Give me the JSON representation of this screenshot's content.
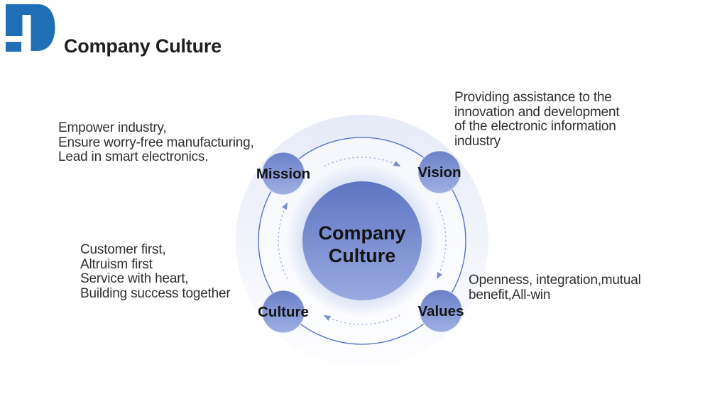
{
  "header": {
    "title": "Company Culture",
    "logo_color": "#1e6fb6"
  },
  "diagram": {
    "center": {
      "line1": "Company",
      "line2": "Culture"
    },
    "nodes": {
      "mission": {
        "label": "Mission",
        "lines": [
          "Empower industry,",
          "Ensure worry-free manufacturing,",
          "Lead in smart electronics."
        ]
      },
      "vision": {
        "label": "Vision",
        "lines": [
          "Providing assistance to the",
          "innovation and development",
          "of the electronic information",
          "industry"
        ]
      },
      "culture": {
        "label": "Culture",
        "lines": [
          "Customer first,",
          "Altruism first",
          "Service with heart,",
          "Building success together"
        ]
      },
      "values": {
        "label": "Values",
        "lines": [
          "Openness, integration,mutual",
          "benefit,All-win"
        ]
      }
    },
    "colors": {
      "halo_top": "#e7ebf8",
      "halo_bottom": "#fdfdff",
      "ring_stroke": "#4f6fc2",
      "dash": "#9aaadd",
      "arrow": "#6a82cd",
      "glow": "#d2dcf2",
      "center_top": "#5d75c2",
      "center_bottom": "#9aaae0",
      "node_top": "#6a80c8",
      "node_bottom": "#9fb0e3"
    }
  }
}
